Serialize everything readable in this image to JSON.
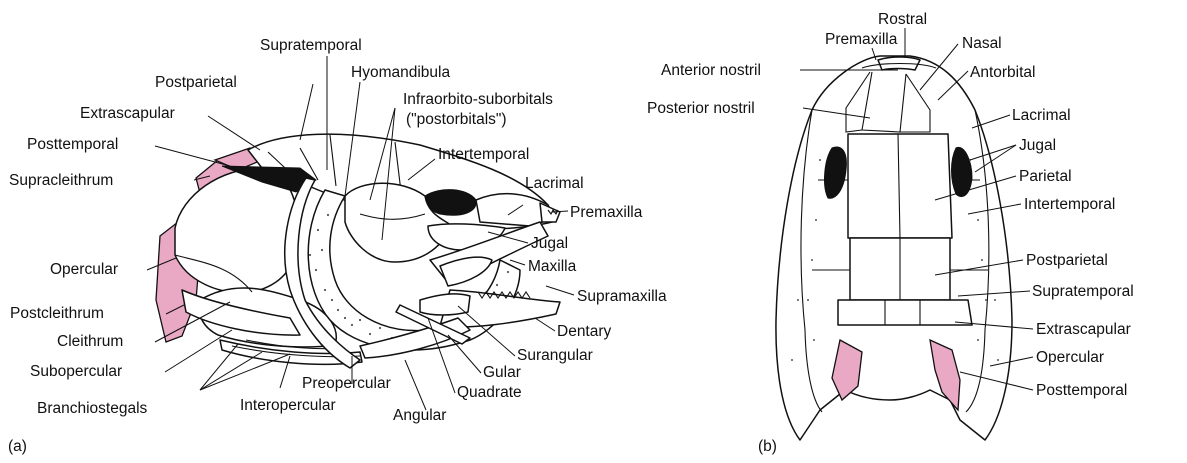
{
  "panels": [
    {
      "id": "a",
      "caption": "(a)",
      "labels": [
        "Supratemporal",
        "Hyomandibula",
        "Postparietal",
        "Infraorbito-suborbitals",
        "(\"postorbitals\")",
        "Extrascapular",
        "Posttemporal",
        "Intertemporal",
        "Supracleithrum",
        "Lacrimal",
        "Premaxilla",
        "Jugal",
        "Opercular",
        "Maxilla",
        "Supramaxilla",
        "Postcleithrum",
        "Dentary",
        "Cleithrum",
        "Surangular",
        "Gular",
        "Subopercular",
        "Preopercular",
        "Quadrate",
        "Branchiostegals",
        "Interopercular",
        "Angular"
      ]
    },
    {
      "id": "b",
      "caption": "(b)",
      "labels": [
        "Rostral",
        "Premaxilla",
        "Nasal",
        "Anterior nostril",
        "Antorbital",
        "Posterior nostril",
        "Lacrimal",
        "Jugal",
        "Parietal",
        "Intertemporal",
        "Postparietal",
        "Supratemporal",
        "Extrascapular",
        "Opercular",
        "Posttemporal"
      ]
    }
  ],
  "colors": {
    "highlight": "#e9a9c4",
    "ink": "#111111",
    "background": "#ffffff"
  }
}
